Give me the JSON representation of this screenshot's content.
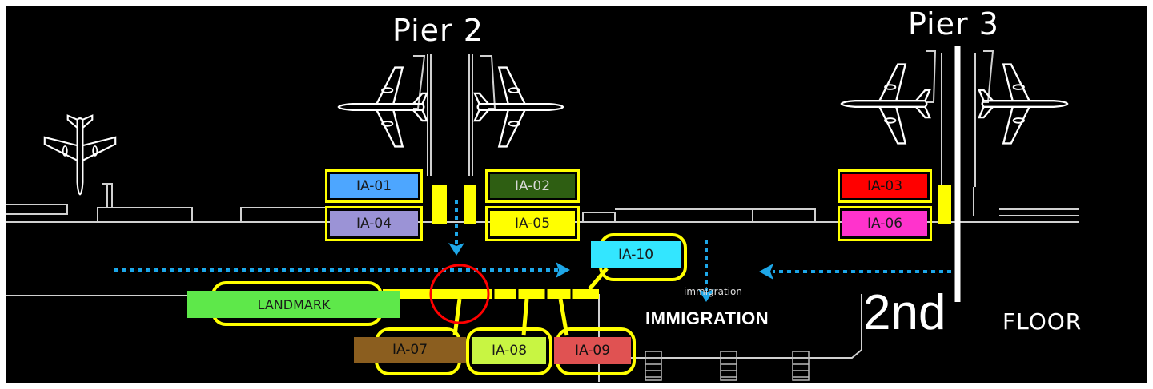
{
  "piers": [
    {
      "id": "pier-2",
      "label": "Pier 2"
    },
    {
      "id": "pier-3",
      "label": "Pier 3"
    }
  ],
  "floor": {
    "number": "2nd",
    "label": "FLOOR"
  },
  "immigration": {
    "label": "IMMIGRATION",
    "small_label": "immigration"
  },
  "areas": [
    {
      "id": "IA-01",
      "label": "IA-01",
      "color": "#4da6ff"
    },
    {
      "id": "IA-02",
      "label": "IA-02",
      "color": "#2e5e12"
    },
    {
      "id": "IA-03",
      "label": "IA-03",
      "color": "#ff0000"
    },
    {
      "id": "IA-04",
      "label": "IA-04",
      "color": "#9b93d6"
    },
    {
      "id": "IA-05",
      "label": "IA-05",
      "color": "#ffff00"
    },
    {
      "id": "IA-06",
      "label": "IA-06",
      "color": "#ff33cc"
    },
    {
      "id": "IA-07",
      "label": "IA-07",
      "color": "#8b5e1f"
    },
    {
      "id": "IA-08",
      "label": "IA-08",
      "color": "#c8f542"
    },
    {
      "id": "IA-09",
      "label": "IA-09",
      "color": "#e05252"
    },
    {
      "id": "IA-10",
      "label": "IA-10",
      "color": "#33e6ff"
    }
  ],
  "landmark": {
    "label": "LANDMARK",
    "color": "#5ee84a"
  },
  "colors": {
    "highlight": "#ffff00",
    "arrow": "#1ea7e8",
    "marker_circle": "#ff0000",
    "background": "#000000"
  }
}
